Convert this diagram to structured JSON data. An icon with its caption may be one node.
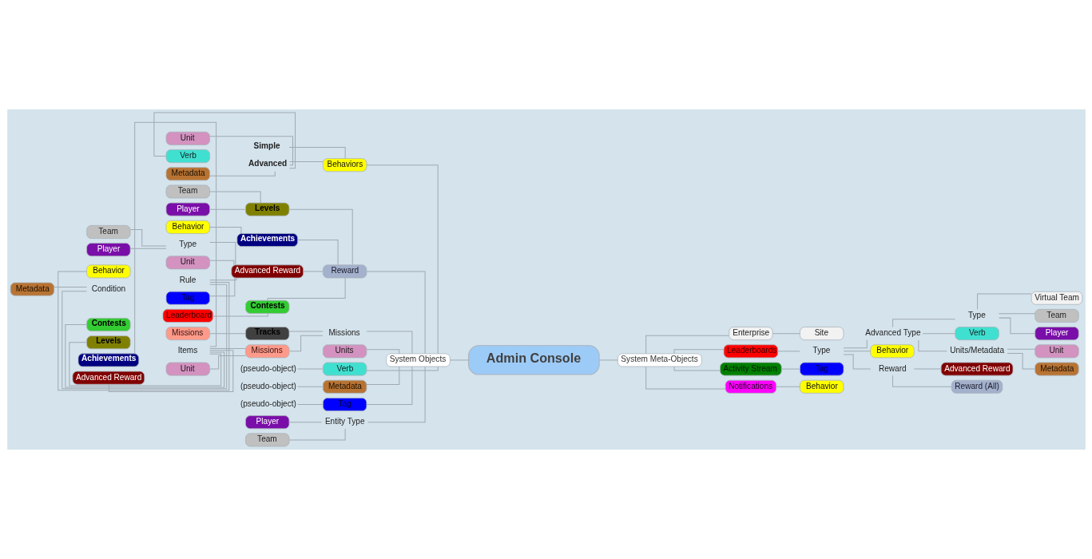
{
  "diagram": {
    "nodes": [
      {
        "text": [
          "Admin Console"
        ]
      },
      {
        "text": [
          "System Objects"
        ]
      },
      {
        "text": [
          "Behaviors"
        ]
      },
      {
        "text": [
          "Simple"
        ]
      },
      {
        "text": [
          "Advanced"
        ]
      },
      {
        "text": [
          "Unit"
        ]
      },
      {
        "text": [
          "Verb"
        ]
      },
      {
        "text": [
          "Metadata"
        ]
      },
      {
        "text": [
          "Reward"
        ]
      },
      {
        "text": [
          "Levels"
        ]
      },
      {
        "text": [
          "Team"
        ]
      },
      {
        "text": [
          "Player"
        ]
      },
      {
        "text": [
          "Achievements"
        ]
      },
      {
        "text": [
          "Behavior"
        ]
      },
      {
        "text": [
          "Advanced Reward"
        ]
      },
      {
        "text": [
          "Type"
        ]
      },
      {
        "text": [
          "Team"
        ]
      },
      {
        "text": [
          "Player"
        ]
      },
      {
        "text": [
          "Unit"
        ]
      },
      {
        "text": [
          "Rule"
        ]
      },
      {
        "text": [
          "Behavior"
        ]
      },
      {
        "text": [
          "Condition"
        ]
      },
      {
        "text": [
          "Metadata"
        ]
      },
      {
        "text": [
          "Tag"
        ]
      },
      {
        "text": [
          "Contests"
        ]
      },
      {
        "text": [
          "Leaderboard"
        ]
      },
      {
        "text": [
          "Missions"
        ]
      },
      {
        "text": [
          "Tracks"
        ]
      },
      {
        "text": [
          "Missions"
        ]
      },
      {
        "text": [
          "Missions"
        ]
      },
      {
        "text": [
          "Items"
        ]
      },
      {
        "text": [
          "Contests"
        ]
      },
      {
        "text": [
          "Levels"
        ]
      },
      {
        "text": [
          "Achievements"
        ]
      },
      {
        "text": [
          "Advanced Reward"
        ]
      },
      {
        "text": [
          "Unit"
        ]
      },
      {
        "text": [
          "Units"
        ]
      },
      {
        "text": [
          "Verb"
        ]
      },
      {
        "text": [
          "(pseudo-object)"
        ]
      },
      {
        "text": [
          "Metadata"
        ]
      },
      {
        "text": [
          "(pseudo-object)"
        ]
      },
      {
        "text": [
          "Tag"
        ]
      },
      {
        "text": [
          "(pseudo-object)"
        ]
      },
      {
        "text": [
          "Entity Type"
        ]
      },
      {
        "text": [
          "Player"
        ]
      },
      {
        "text": [
          "Team"
        ]
      },
      {
        "text": [
          "System Meta-Objects"
        ]
      },
      {
        "text": [
          "Enterprise"
        ]
      },
      {
        "text": [
          "Site"
        ]
      },
      {
        "text": [
          "Leaderboards"
        ]
      },
      {
        "text": [
          "Type"
        ]
      },
      {
        "text": [
          "Advanced Type"
        ]
      },
      {
        "text": [
          "Type"
        ]
      },
      {
        "text": [
          "Virtual Team"
        ]
      },
      {
        "text": [
          "Team"
        ]
      },
      {
        "text": [
          "Player"
        ]
      },
      {
        "text": [
          "Verb"
        ]
      },
      {
        "text": [
          "Units/Metadata"
        ]
      },
      {
        "text": [
          "Unit"
        ]
      },
      {
        "text": [
          "Metadata"
        ]
      },
      {
        "text": [
          "Behavior"
        ]
      },
      {
        "text": [
          "Reward"
        ]
      },
      {
        "text": [
          "Advanced Reward"
        ]
      },
      {
        "text": [
          "Reward (All)"
        ]
      },
      {
        "text": [
          "Activity Stream"
        ]
      },
      {
        "text": [
          "Tag"
        ]
      },
      {
        "text": [
          "Notifications"
        ]
      },
      {
        "text": [
          "Behavior"
        ]
      }
    ],
    "edges": [
      {
        "from": 1,
        "to": 0,
        "arrow": "none"
      },
      {
        "from": 2,
        "to": 1,
        "arrow": "none"
      },
      {
        "from": 3,
        "to": 2,
        "arrow": "none"
      },
      {
        "from": 4,
        "to": 2,
        "arrow": "none"
      },
      {
        "from": 5,
        "to": 4,
        "arrow": "none"
      },
      {
        "from": 6,
        "to": 4,
        "arrow": "none"
      },
      {
        "from": 7,
        "to": 4,
        "arrow": "none"
      },
      {
        "from": 8,
        "to": 1,
        "arrow": "none"
      },
      {
        "from": 9,
        "to": 8,
        "arrow": "none"
      },
      {
        "from": 10,
        "to": 9,
        "arrow": "none"
      },
      {
        "from": 11,
        "to": 9,
        "arrow": "none"
      },
      {
        "from": 12,
        "to": 8,
        "arrow": "none"
      },
      {
        "from": 13,
        "to": 12,
        "arrow": "none"
      },
      {
        "from": 14,
        "to": 8,
        "arrow": "none"
      },
      {
        "from": 15,
        "to": 14,
        "arrow": "none"
      },
      {
        "from": 16,
        "to": 15,
        "arrow": "none"
      },
      {
        "from": 17,
        "to": 15,
        "arrow": "none"
      },
      {
        "from": 18,
        "to": 14,
        "arrow": "none"
      },
      {
        "from": 19,
        "to": 14,
        "arrow": "none"
      },
      {
        "from": 20,
        "to": 19,
        "arrow": "none"
      },
      {
        "from": 21,
        "to": 19,
        "arrow": "none"
      },
      {
        "from": 22,
        "to": 21,
        "arrow": "none"
      },
      {
        "from": 23,
        "to": 14,
        "arrow": "none"
      },
      {
        "from": 24,
        "to": 8,
        "arrow": "none"
      },
      {
        "from": 25,
        "to": 24,
        "arrow": "none"
      },
      {
        "from": 26,
        "to": 1,
        "arrow": "none"
      },
      {
        "from": 27,
        "to": 26,
        "arrow": "none"
      },
      {
        "from": 28,
        "to": 27,
        "arrow": "none"
      },
      {
        "from": 29,
        "to": 26,
        "arrow": "none"
      },
      {
        "from": 30,
        "to": 29,
        "arrow": "none"
      },
      {
        "from": 31,
        "to": 30,
        "arrow": "none"
      },
      {
        "from": 32,
        "to": 30,
        "arrow": "none"
      },
      {
        "from": 33,
        "to": 30,
        "arrow": "none"
      },
      {
        "from": 34,
        "to": 30,
        "arrow": "none"
      },
      {
        "from": 35,
        "to": 29,
        "arrow": "none"
      },
      {
        "from": 36,
        "to": 1,
        "arrow": "none"
      },
      {
        "from": 37,
        "to": 1,
        "arrow": "none"
      },
      {
        "from": 38,
        "to": 37,
        "arrow": "none"
      },
      {
        "from": 39,
        "to": 1,
        "arrow": "none"
      },
      {
        "from": 40,
        "to": 39,
        "arrow": "none"
      },
      {
        "from": 41,
        "to": 1,
        "arrow": "none"
      },
      {
        "from": 42,
        "to": 41,
        "arrow": "none"
      },
      {
        "from": 43,
        "to": 1,
        "arrow": "none"
      },
      {
        "from": 44,
        "to": 43,
        "arrow": "none"
      },
      {
        "from": 45,
        "to": 43,
        "arrow": "none"
      },
      {
        "from": 0,
        "to": 46,
        "arrow": "none"
      },
      {
        "from": 46,
        "to": 47,
        "arrow": "none"
      },
      {
        "from": 47,
        "to": 48,
        "arrow": "none"
      },
      {
        "from": 46,
        "to": 49,
        "arrow": "none"
      },
      {
        "from": 49,
        "to": 50,
        "arrow": "none"
      },
      {
        "from": 50,
        "to": 51,
        "arrow": "none"
      },
      {
        "from": 51,
        "to": 52,
        "arrow": "none"
      },
      {
        "from": 52,
        "to": 53,
        "arrow": "none"
      },
      {
        "from": 52,
        "to": 54,
        "arrow": "none"
      },
      {
        "from": 52,
        "to": 55,
        "arrow": "none"
      },
      {
        "from": 51,
        "to": 56,
        "arrow": "none"
      },
      {
        "from": 51,
        "to": 57,
        "arrow": "none"
      },
      {
        "from": 57,
        "to": 58,
        "arrow": "none"
      },
      {
        "from": 57,
        "to": 59,
        "arrow": "none"
      },
      {
        "from": 50,
        "to": 60,
        "arrow": "none"
      },
      {
        "from": 50,
        "to": 61,
        "arrow": "none"
      },
      {
        "from": 61,
        "to": 62,
        "arrow": "none"
      },
      {
        "from": 61,
        "to": 63,
        "arrow": "none"
      },
      {
        "from": 46,
        "to": 64,
        "arrow": "none"
      },
      {
        "from": 64,
        "to": 65,
        "arrow": "none"
      },
      {
        "from": 46,
        "to": 66,
        "arrow": "none"
      },
      {
        "from": 66,
        "to": 67,
        "arrow": "none"
      }
    ]
  }
}
